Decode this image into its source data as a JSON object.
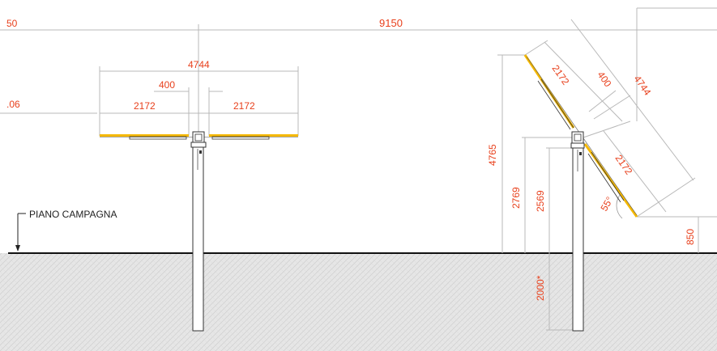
{
  "colors": {
    "dimension_text": "#e8401c",
    "dimension_line": "#b8b8b8",
    "panel": "#f5b800",
    "steel": "#333333",
    "ground_fill": "#e6e6e6",
    "ground_line": "#111111"
  },
  "labels": {
    "ground": "PIANO  CAMPAGNA"
  },
  "dimensions": {
    "d9150": "9150",
    "d50": "50",
    "d06": ".06",
    "d4744_left": "4744",
    "d400_left": "400",
    "d2172_left_a": "2172",
    "d2172_left_b": "2172",
    "d4765": "4765",
    "d2769": "2769",
    "d2569": "2569",
    "d2000": "2000*",
    "d2172_right_a": "2172",
    "d400_right": "400",
    "d4744_right": "4744",
    "d2172_right_b": "2172",
    "angle": "55°",
    "d850": "850"
  }
}
